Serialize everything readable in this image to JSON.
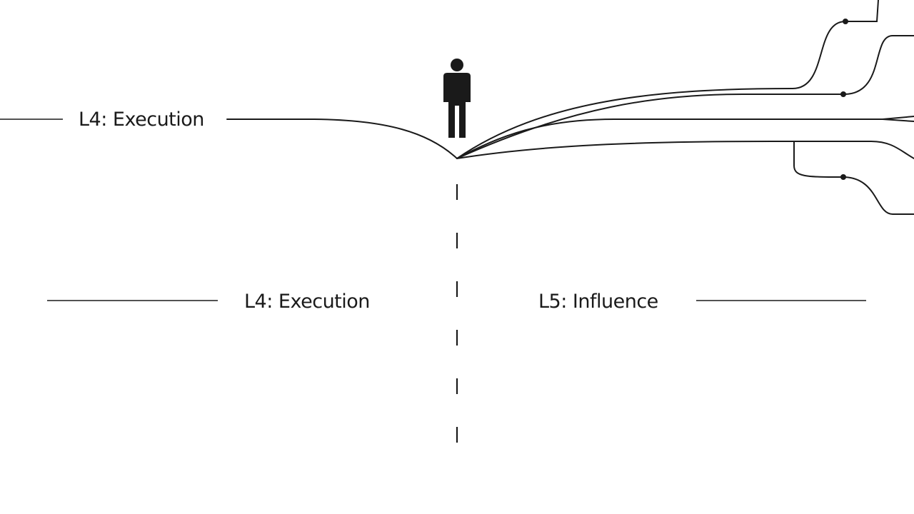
{
  "labels": {
    "top_left": "L4: Execution",
    "left_section": "L4: Execution",
    "right_section": "L5: Influence"
  },
  "icons": {
    "person": "person-icon"
  },
  "colors": {
    "background": "#ffffff",
    "ink": "#1a1a1a"
  }
}
